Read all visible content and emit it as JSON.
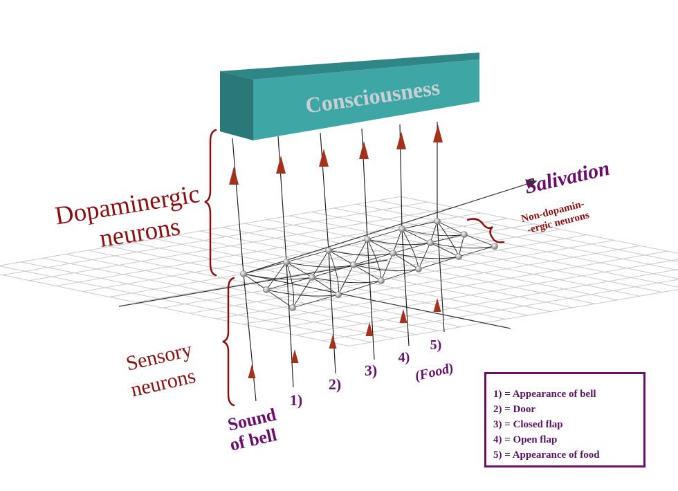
{
  "box_label": "Consciousness",
  "labels": {
    "dopaminergic_line1": "Dopaminergic",
    "dopaminergic_line2": "neurons",
    "sensory_line1": "Sensory",
    "sensory_line2": "neurons",
    "salivation": "Salivation",
    "non_dopa_line1": "Non-dopamin-",
    "non_dopa_line2": "-ergic neurons",
    "sound_line1": "Sound",
    "sound_line2": "of bell",
    "food": "(Food)"
  },
  "stimuli": [
    "1)",
    "2)",
    "3)",
    "4)",
    "5)"
  ],
  "legend": [
    "1) = Appearance of bell",
    "2) = Door",
    "3) = Closed flap",
    "4) = Open flap",
    "5) = Appearance of food"
  ],
  "colors": {
    "box_front": "#3ea7a6",
    "box_top": "#2f8686",
    "box_side": "#2a7878",
    "box_text": "#c9cfd2",
    "arrow": "#a3321a",
    "brace_text": "#8e0f0f",
    "purple": "#6a0e6e",
    "grid": "#c8c8c8",
    "node": "#9b9b9b"
  }
}
